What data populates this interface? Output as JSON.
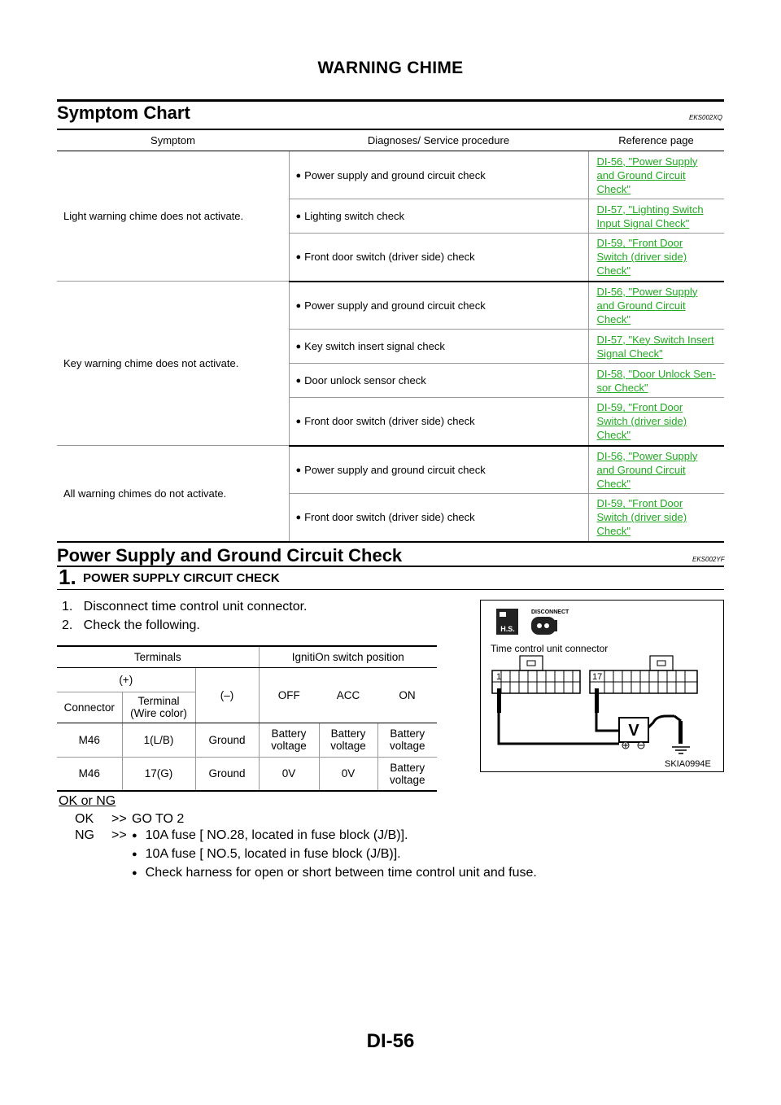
{
  "page": {
    "header": "WARNING CHIME",
    "footer": "DI-56"
  },
  "symptom_chart": {
    "title": "Symptom Chart",
    "code": "EKS002XQ",
    "headers": [
      "Symptom",
      "Diagnoses/ Service procedure",
      "Reference page"
    ],
    "groups": [
      {
        "symptom": "Light warning chime does not activate.",
        "rows": [
          {
            "procedure": "Power supply and ground circuit check",
            "ref": [
              "DI-56, \"Power Supply ",
              "and Ground Circuit ",
              "Check\""
            ]
          },
          {
            "procedure": "Lighting switch check",
            "ref": [
              "DI-57, \"Lighting Switch ",
              "Input Signal Check\""
            ]
          },
          {
            "procedure": "Front door switch (driver side) check",
            "ref": [
              "DI-59, \"Front Door ",
              "Switch (driver side) ",
              "Check\""
            ]
          }
        ]
      },
      {
        "symptom": "Key warning chime does not activate.",
        "rows": [
          {
            "procedure": "Power supply and ground circuit check",
            "ref": [
              "DI-56, \"Power Supply ",
              "and Ground Circuit ",
              "Check\""
            ]
          },
          {
            "procedure": "Key switch insert signal check",
            "ref": [
              "DI-57, \"Key Switch Insert ",
              "Signal Check\""
            ]
          },
          {
            "procedure": "Door unlock sensor check",
            "ref": [
              "DI-58, \"Door Unlock Sen-",
              "sor Check\""
            ]
          },
          {
            "procedure": "Front door switch (driver side) check",
            "ref": [
              "DI-59, \"Front Door ",
              "Switch (driver side) ",
              "Check\""
            ]
          }
        ]
      },
      {
        "symptom": "All warning chimes do not activate.",
        "rows": [
          {
            "procedure": "Power supply and ground circuit check",
            "ref": [
              "DI-56, \"Power Supply ",
              "and Ground Circuit ",
              "Check\""
            ]
          },
          {
            "procedure": "Front door switch (driver side) check",
            "ref": [
              "DI-59, \"Front Door ",
              "Switch (driver side) ",
              "Check\""
            ]
          }
        ]
      }
    ]
  },
  "power_section": {
    "title": "Power Supply and Ground Circuit Check",
    "code": "EKS002YF",
    "step_number": "1.",
    "step_title": "POWER SUPPLY CIRCUIT CHECK",
    "instructions": [
      "1.   Disconnect time control unit connector.",
      "2.   Check the following."
    ],
    "table": {
      "h_terminals": "Terminals",
      "h_ignition": "IgnitiOn switch position",
      "h_plus": "(+)",
      "h_minus": "(–)",
      "h_off": "OFF",
      "h_acc": "ACC",
      "h_on": "ON",
      "h_connector": "Connector",
      "h_terminal1": "Terminal",
      "h_terminal2": "(Wire color)",
      "rows": [
        {
          "connector": "M46",
          "terminal": "1(L/B)",
          "minus": "Ground",
          "off": [
            "Battery",
            "voltage"
          ],
          "acc": [
            "Battery",
            "voltage"
          ],
          "on": [
            "Battery",
            "voltage"
          ]
        },
        {
          "connector": "M46",
          "terminal": "17(G)",
          "minus": "Ground",
          "off": [
            "0V"
          ],
          "acc": [
            "0V"
          ],
          "on": [
            "Battery",
            "voltage"
          ]
        }
      ]
    },
    "diagram": {
      "disconnect": "DISCONNECT",
      "hs": "H.S.",
      "title": "Time control unit connector",
      "pin1": "1",
      "pin17": "17",
      "meter": "V",
      "code": "SKIA0994E"
    },
    "ok_ng_label": "OK or NG",
    "ok_prefix": "OK",
    "ok_arrow": ">>",
    "ok_text": "GO TO 2",
    "ng_prefix": "NG",
    "ng_arrow": ">>",
    "ng_items": [
      "10A fuse [ NO.28, located in fuse block (J/B)].",
      "10A fuse [ NO.5, located in fuse block (J/B)].",
      "Check harness for open or short between time control unit and fuse."
    ]
  },
  "colors": {
    "link": "#21a821"
  }
}
